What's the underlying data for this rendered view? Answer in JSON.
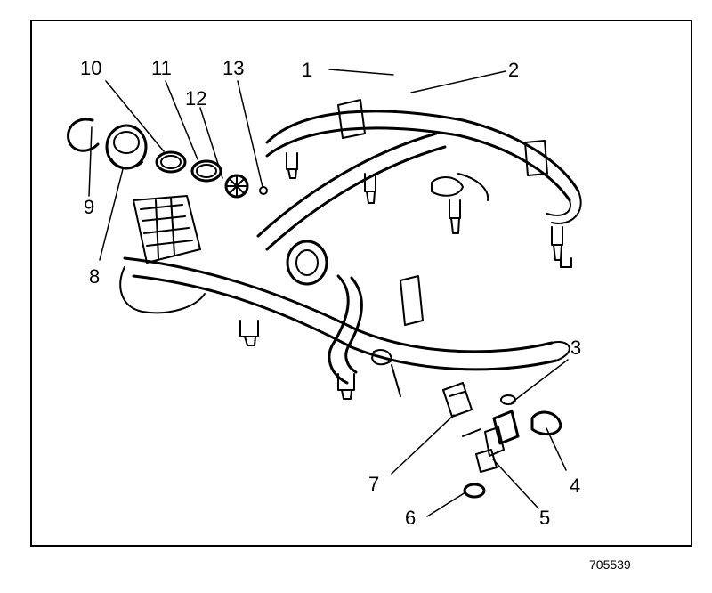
{
  "figure_id": "705539",
  "callouts": [
    {
      "id": "1",
      "text": "1"
    },
    {
      "id": "2",
      "text": "2"
    },
    {
      "id": "3",
      "text": "3"
    },
    {
      "id": "4",
      "text": "4"
    },
    {
      "id": "5",
      "text": "5"
    },
    {
      "id": "6",
      "text": "6"
    },
    {
      "id": "7",
      "text": "7"
    },
    {
      "id": "8",
      "text": "8"
    },
    {
      "id": "9",
      "text": "9"
    },
    {
      "id": "10",
      "text": "10"
    },
    {
      "id": "11",
      "text": "11"
    },
    {
      "id": "12",
      "text": "12"
    },
    {
      "id": "13",
      "text": "13"
    }
  ],
  "colors": {
    "line": "#000000",
    "background": "#ffffff"
  }
}
